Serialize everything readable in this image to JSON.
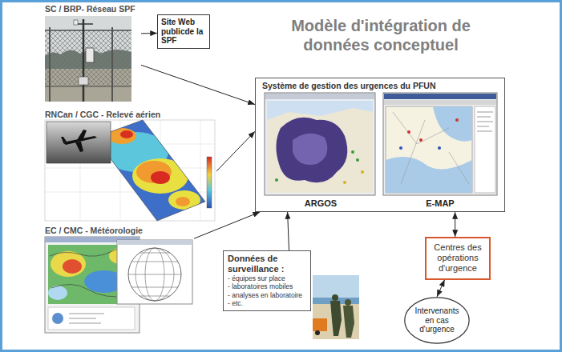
{
  "diagram": {
    "title": "Modèle d'intégration de données conceptuel",
    "nodes": [
      {
        "text": [
          "SC / BRP- Réseau SPF"
        ]
      },
      {
        "text": [
          "Site Web publicde la SPF"
        ]
      },
      {
        "text": [
          "RNCan / CGC - Relevé aérien"
        ]
      },
      {
        "text": [
          "EC / CMC - Météorologie"
        ]
      },
      {
        "text": [
          "Système de gestion des urgences du PFUN"
        ]
      },
      {
        "text": [
          "ARGOS"
        ],
        "in": 4
      },
      {
        "text": [
          "E-MAP"
        ],
        "in": 4
      },
      {
        "text": [
          "Données de surveillance :",
          "- équipes sur place",
          "- laboratoires mobiles",
          "- analyses en laboratoire",
          "- etc."
        ]
      },
      {
        "text": [
          "Centres des opérations d'urgence"
        ]
      },
      {
        "text": [
          "Intervenants en cas d'urgence"
        ]
      }
    ],
    "edges": [
      {
        "from": 0,
        "to": 1,
        "arrow": "to"
      },
      {
        "from": 0,
        "to": 4,
        "arrow": "to"
      },
      {
        "from": 2,
        "to": 4,
        "arrow": "to"
      },
      {
        "from": 3,
        "to": 4,
        "arrow": "to"
      },
      {
        "from": 7,
        "to": 4,
        "arrow": "to"
      },
      {
        "from": 4,
        "to": 8,
        "arrow": "both"
      },
      {
        "from": 8,
        "to": 9,
        "arrow": "both"
      }
    ]
  }
}
